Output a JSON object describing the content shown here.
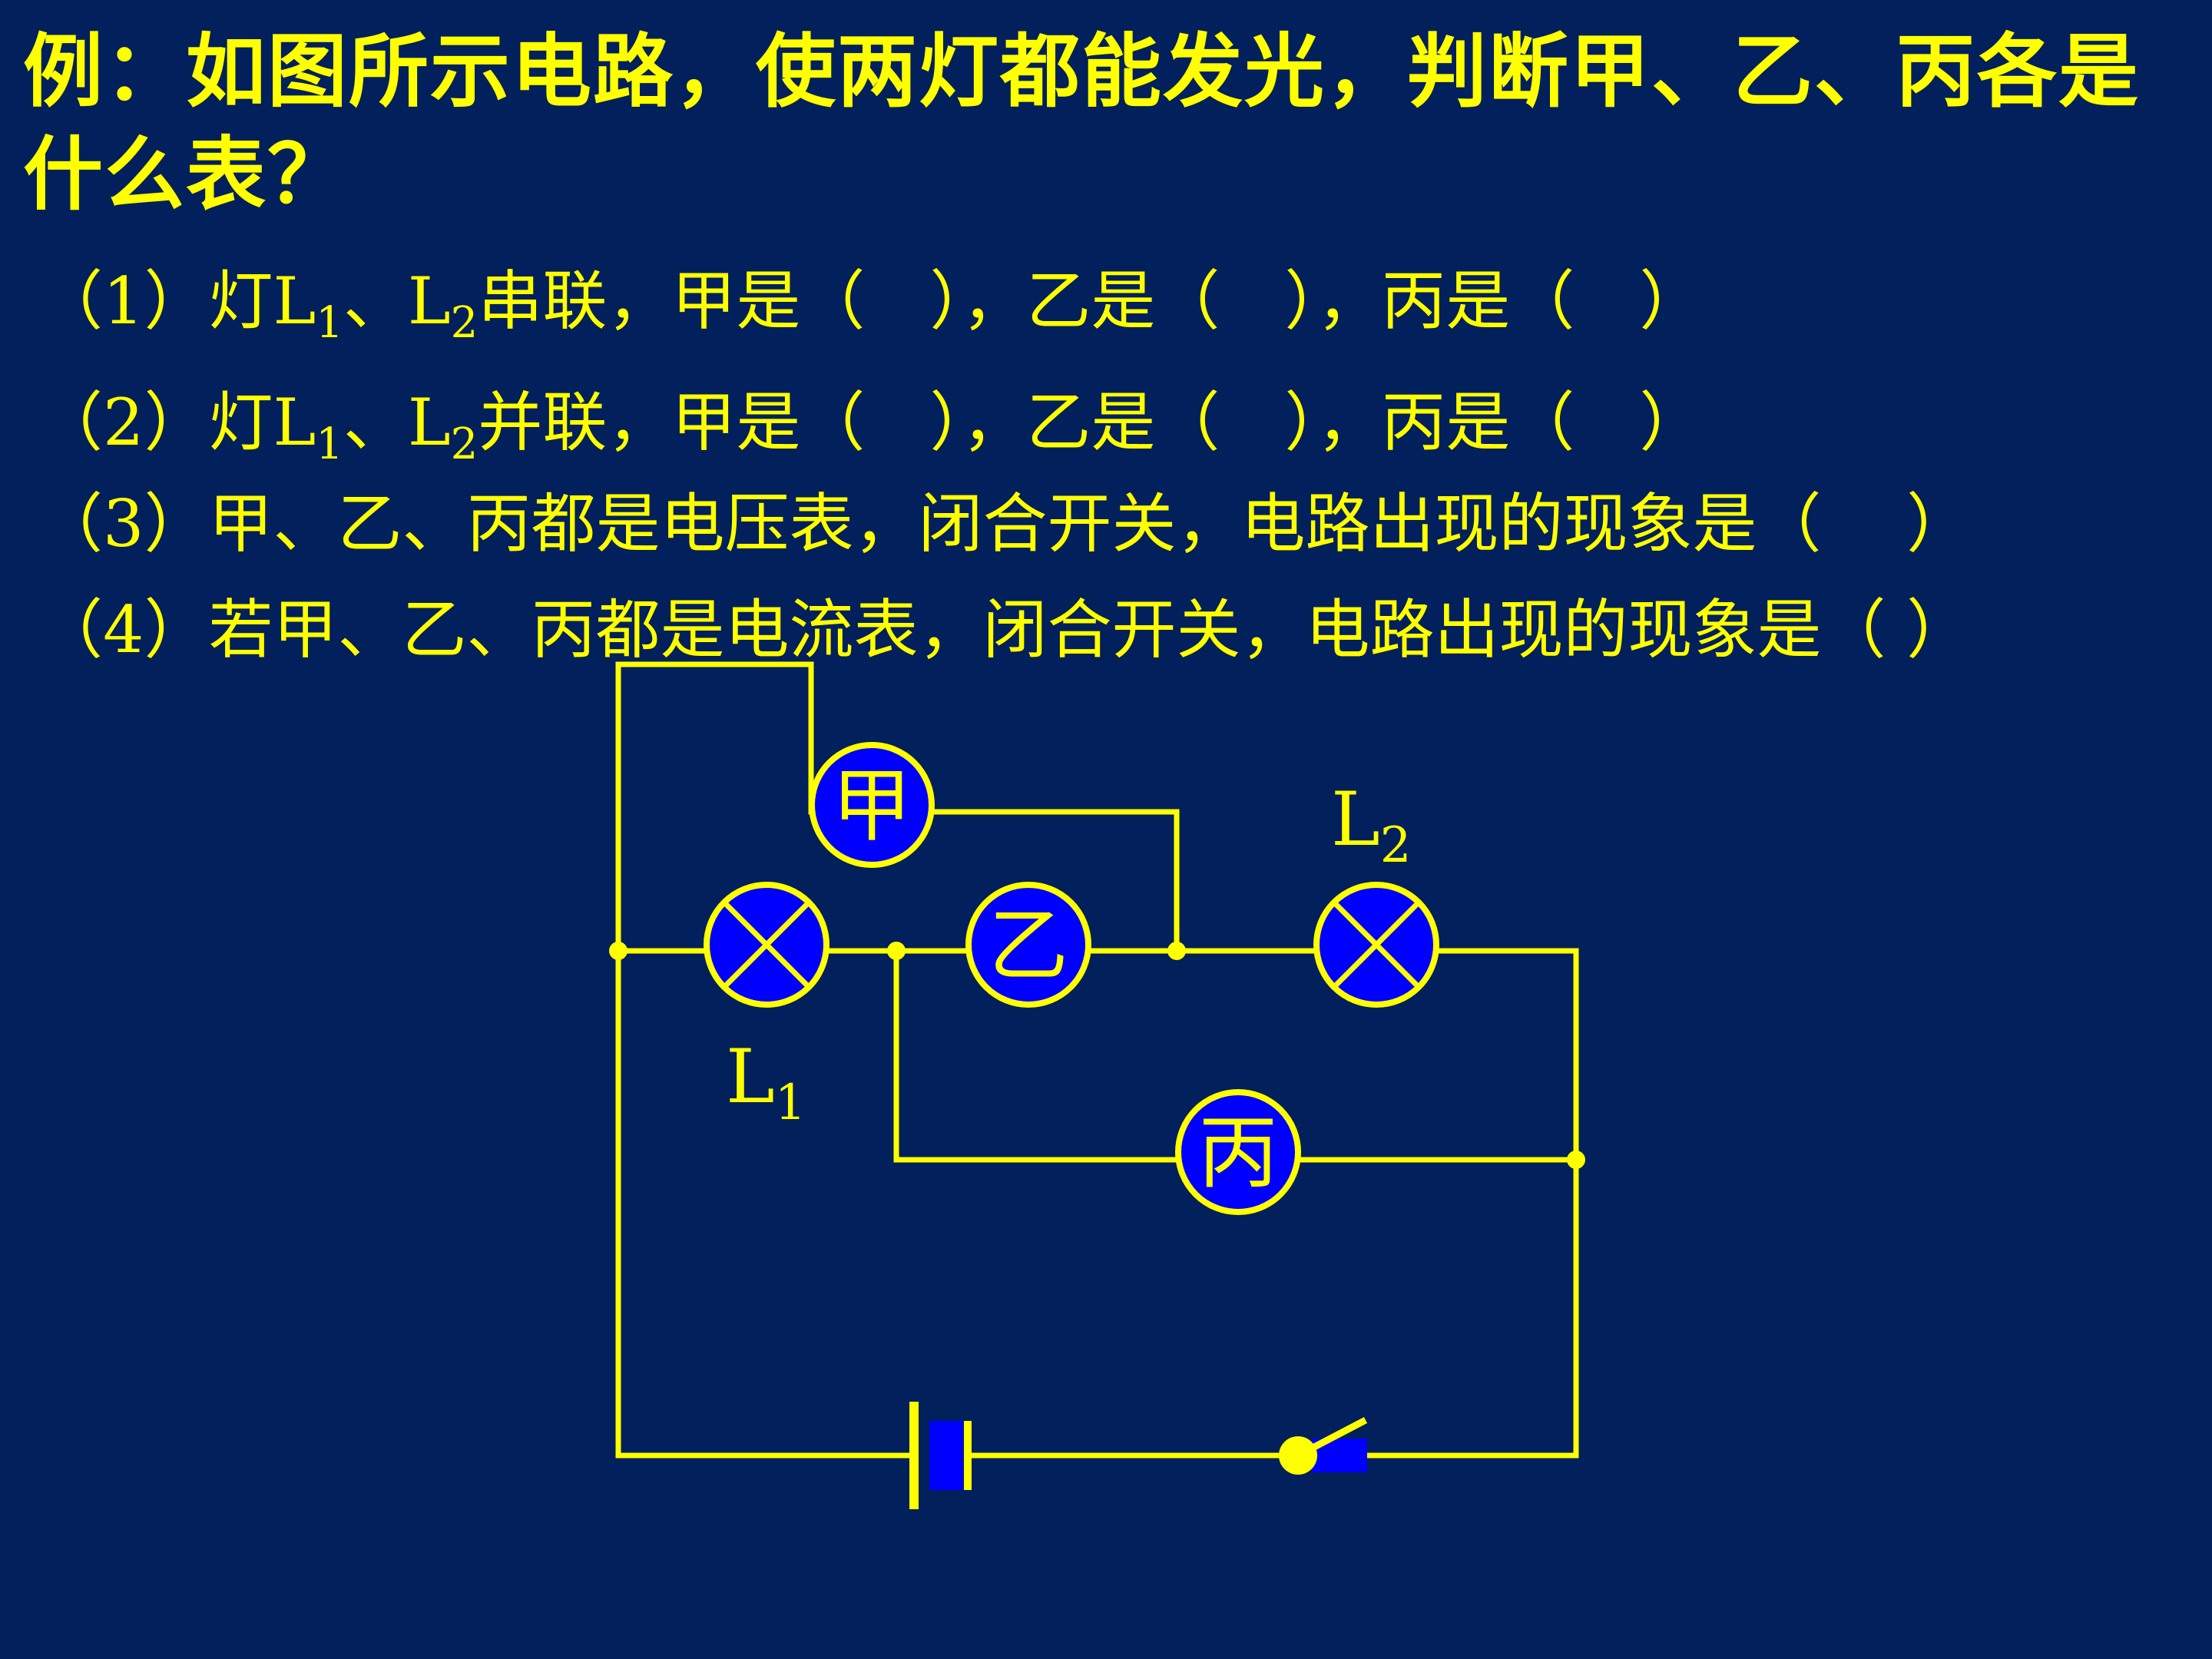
{
  "title": "例：如图所示电路，使两灯都能发光，判断甲、乙、丙各是什么表？",
  "questions": {
    "q1": {
      "pre": "（1）灯L",
      "sub_a": "1",
      "mid": "、L",
      "sub_b": "2",
      "post": "串联，甲是（　），乙是（　），丙是（　）"
    },
    "q2": {
      "pre": "（2）灯L",
      "sub_a": "1",
      "mid": "、L",
      "sub_b": "2",
      "post": "并联，甲是（　），乙是（　），丙是（　）"
    },
    "q3": {
      "text": "（3）甲、乙、丙都是电压表，闭合开关，电路出现的现象是（　 ）"
    },
    "q4": {
      "text": "（4）若甲、乙、丙都是电流表，闭合开关，电路出现的现象是（ ）"
    }
  },
  "circuit": {
    "meters": {
      "jia": "甲",
      "yi": "乙",
      "bing": "丙"
    },
    "lamps": {
      "L1": {
        "letter": "L",
        "sub": "1"
      },
      "L2": {
        "letter": "L",
        "sub": "2"
      }
    },
    "colors": {
      "wire": "#FFFF00",
      "fill": "#0000FF",
      "background": "#01205C"
    }
  }
}
